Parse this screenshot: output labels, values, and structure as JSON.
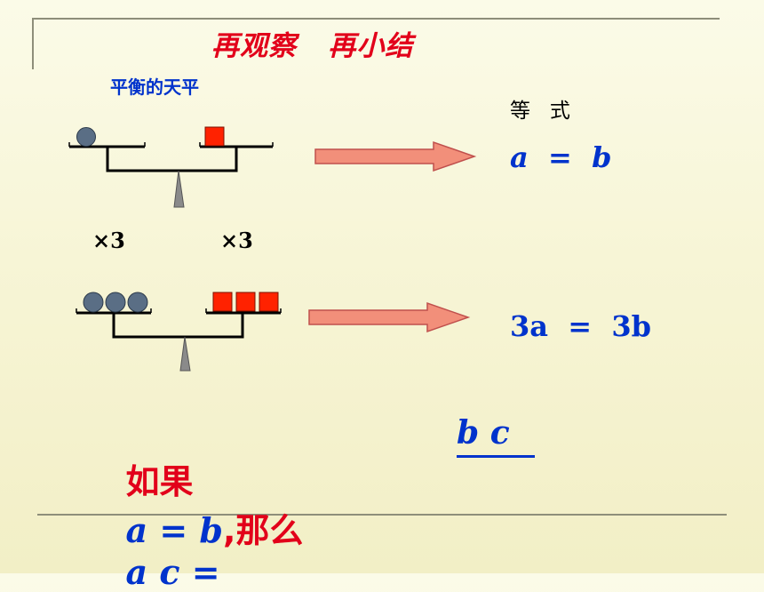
{
  "title": "再观察   再小结",
  "subtitle": "平衡的天平",
  "equation_label": "等   式",
  "equation1": "a  =  b",
  "equation2": "3a  =  3b",
  "multiplier_left": "×3",
  "multiplier_right": "×3",
  "conclusion": {
    "if_text": "如果",
    "premise": "a = b",
    "then_text": ",那么",
    "lhs": "a c =",
    "answer": "b c"
  },
  "colors": {
    "title_red": "#e2001a",
    "text_blue": "#0033cc",
    "ball": "#5a6e85",
    "weight_red": "#ff2200",
    "arrow_fill": "#f28f7a",
    "arrow_stroke": "#c0504d",
    "fulcrum": "#8a8a8a"
  },
  "balance1": {
    "left_balls": 1,
    "right_weights": 1
  },
  "balance2": {
    "left_balls": 3,
    "right_weights": 3
  }
}
